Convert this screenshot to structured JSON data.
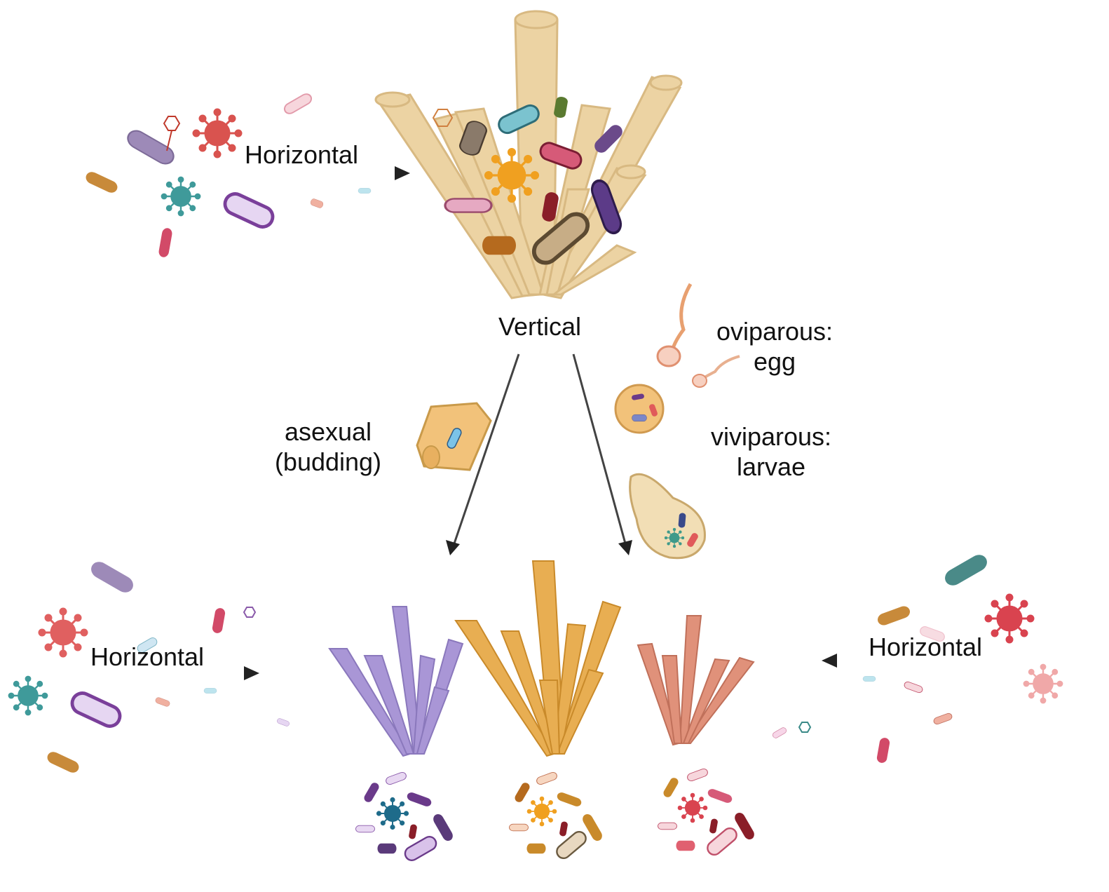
{
  "labels": {
    "horizontal_top": "Horizontal",
    "vertical": "Vertical",
    "oviparous_line1": "oviparous:",
    "oviparous_line2": "egg",
    "viviparous_line1": "viviparous:",
    "viviparous_line2": "larvae",
    "asexual_line1": "asexual",
    "asexual_line2": "(budding)",
    "horizontal_left": "Horizontal",
    "horizontal_right": "Horizontal"
  },
  "colors": {
    "parent_sponge": "#ecd3a3",
    "offspring_purple": "#a996d6",
    "offspring_orange": "#e8ae52",
    "offspring_salmon": "#e0917a",
    "arrow": "#222222"
  },
  "icons": [
    "bacterium-icon",
    "virus-icon",
    "bacteriophage-icon",
    "sperm-icon",
    "egg-icon",
    "larva-icon",
    "bud-fragment-icon",
    "sponge-icon"
  ]
}
